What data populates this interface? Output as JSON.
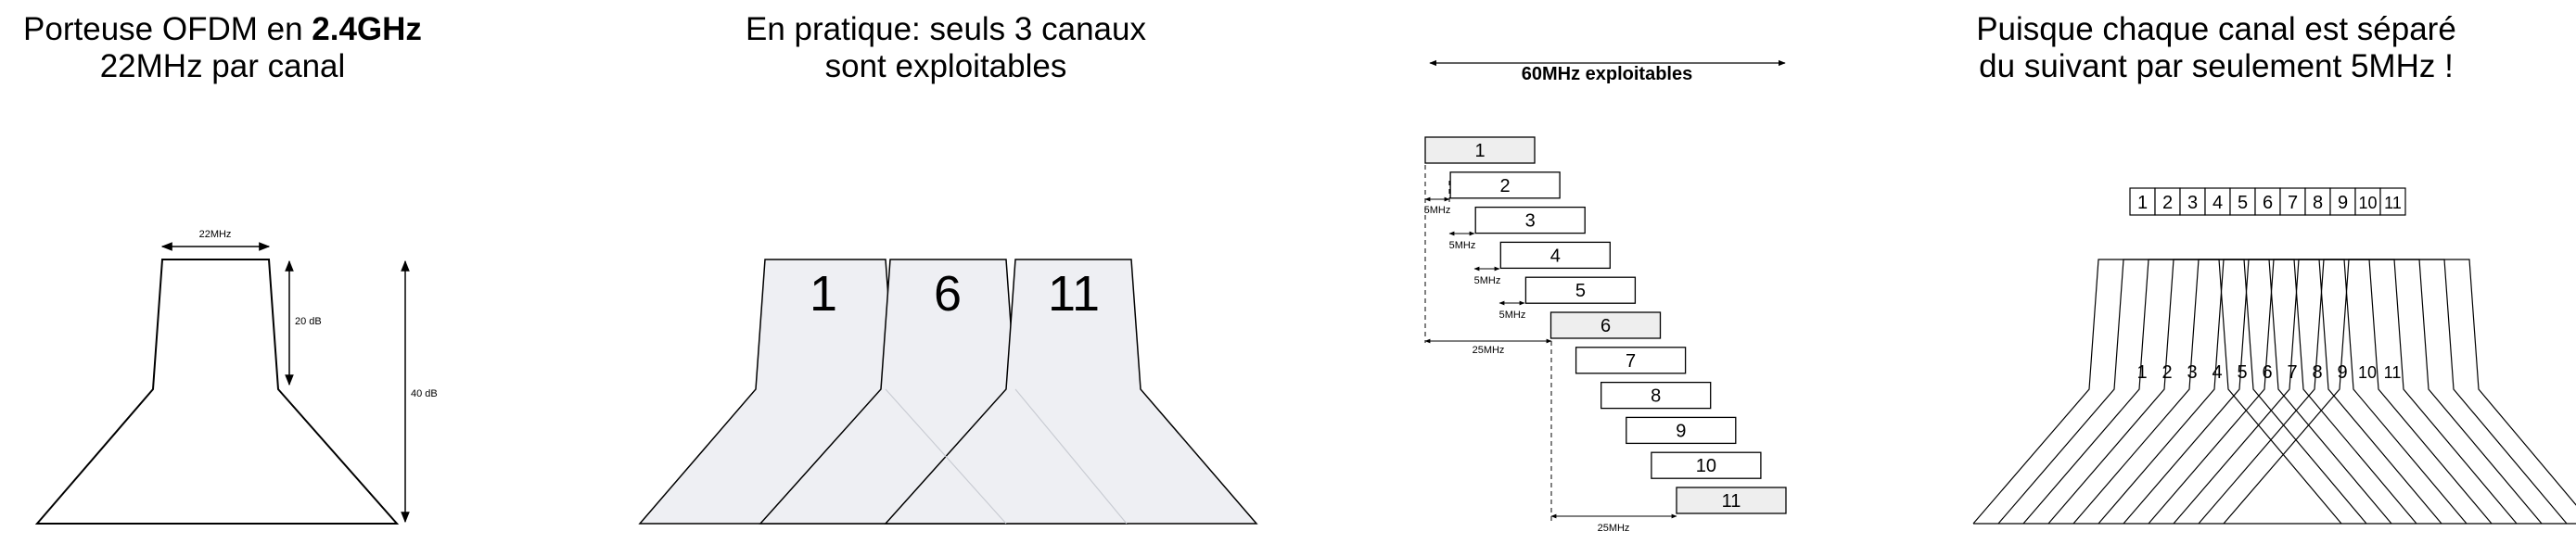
{
  "panel1": {
    "title_line1_prefix": "Porteuse OFDM en ",
    "title_line1_bold": "2.4GHz",
    "title_line2": "22MHz par canal",
    "width_label": "22MHz",
    "drop_label": "20 dB",
    "total_label": "40 dB"
  },
  "panel2": {
    "title_line1": "En pratique: seuls 3 canaux",
    "title_line2": "sont exploitables",
    "channels": [
      "1",
      "6",
      "11"
    ]
  },
  "panel3": {
    "header": "60MHz exploitables",
    "channels": [
      "1",
      "2",
      "3",
      "4",
      "5",
      "6",
      "7",
      "8",
      "9",
      "10",
      "11"
    ],
    "highlighted": [
      "1",
      "6",
      "11"
    ],
    "spacing_labels": [
      "5MHz",
      "5MHz",
      "5MHz",
      "5MHz"
    ],
    "span_label_1": "25MHz",
    "span_label_2": "25MHz"
  },
  "panel4": {
    "title_line1": "Puisque chaque canal est séparé",
    "title_line2": "du suivant par seulement 5MHz !",
    "channels": [
      "1",
      "2",
      "3",
      "4",
      "5",
      "6",
      "7",
      "8",
      "9",
      "10",
      "11"
    ]
  },
  "colors": {
    "fill_grey": "#eeeff3",
    "stroke": "#000000",
    "highlight": "#eeeeee"
  }
}
